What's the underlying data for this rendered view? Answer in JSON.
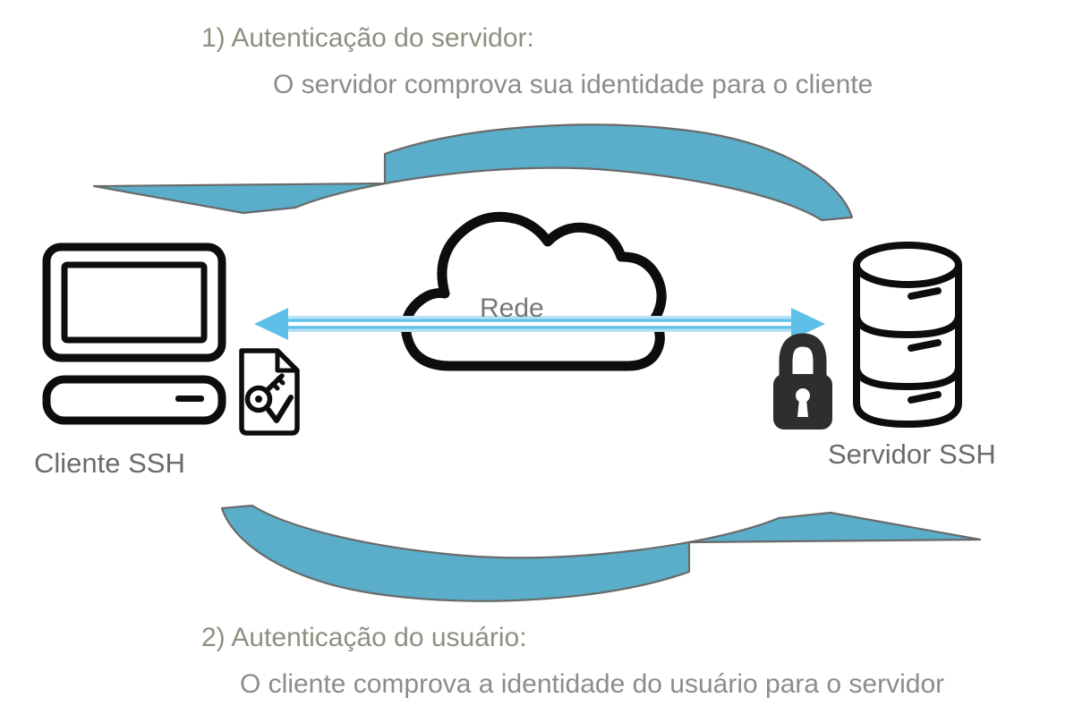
{
  "diagram": {
    "title_step1": "1) Autenticação do servidor:",
    "desc_step1": "O servidor comprova sua identidade para o cliente",
    "title_step2": "2) Autenticação do usuário:",
    "desc_step2": "O cliente comprova a identidade do usuário para o servidor",
    "client_label": "Cliente SSH",
    "server_label": "Servidor SSH",
    "network_label": "Rede"
  },
  "icons": {
    "client": "desktop-computer-icon",
    "client_credential": "certificate-key-document-icon",
    "network": "cloud-icon",
    "server_lock": "padlock-icon",
    "server": "database-server-icon",
    "top_flow": "curved-arrow-left-icon",
    "bottom_flow": "curved-arrow-right-icon",
    "link": "bidirectional-arrow-icon"
  },
  "colors": {
    "swoosh_fill": "#5aaec9",
    "swoosh_stroke": "#6a6a6a",
    "link_arrow": "#5ec0e8",
    "link_arrow_light": "#b7e2f5",
    "outline_black": "#0d0d0d",
    "padlock": "#2e2e2e",
    "heading_text": "#8a927f",
    "body_text": "#8c8c8c",
    "label_text": "#6b6b6b",
    "network_text": "#777777",
    "background": "#ffffff"
  }
}
